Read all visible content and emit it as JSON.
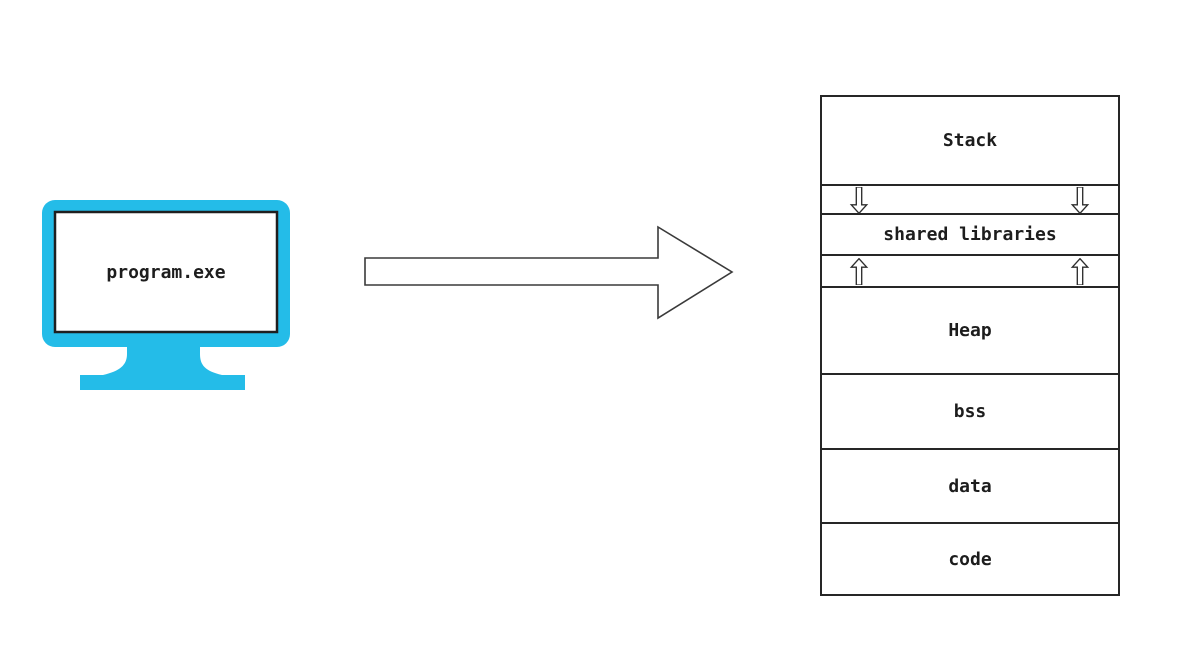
{
  "source": {
    "program_name": "program.exe",
    "icon": "computer-monitor",
    "monitor_color": "#24bce8",
    "screen_color": "#ffffff"
  },
  "arrow": {
    "icon": "right-block-arrow",
    "direction": "right"
  },
  "memory_layout": {
    "segments": [
      {
        "kind": "section",
        "label": "Stack"
      },
      {
        "kind": "growth-arrows",
        "direction": "down"
      },
      {
        "kind": "section",
        "label": "shared libraries"
      },
      {
        "kind": "growth-arrows",
        "direction": "up"
      },
      {
        "kind": "section",
        "label": "Heap"
      },
      {
        "kind": "section",
        "label": "bss"
      },
      {
        "kind": "section",
        "label": "data"
      },
      {
        "kind": "section",
        "label": "code"
      }
    ]
  },
  "colors": {
    "background": "#ffffff",
    "line": "#262626",
    "text": "#1d1d1d",
    "monitor": "#24bce8"
  }
}
